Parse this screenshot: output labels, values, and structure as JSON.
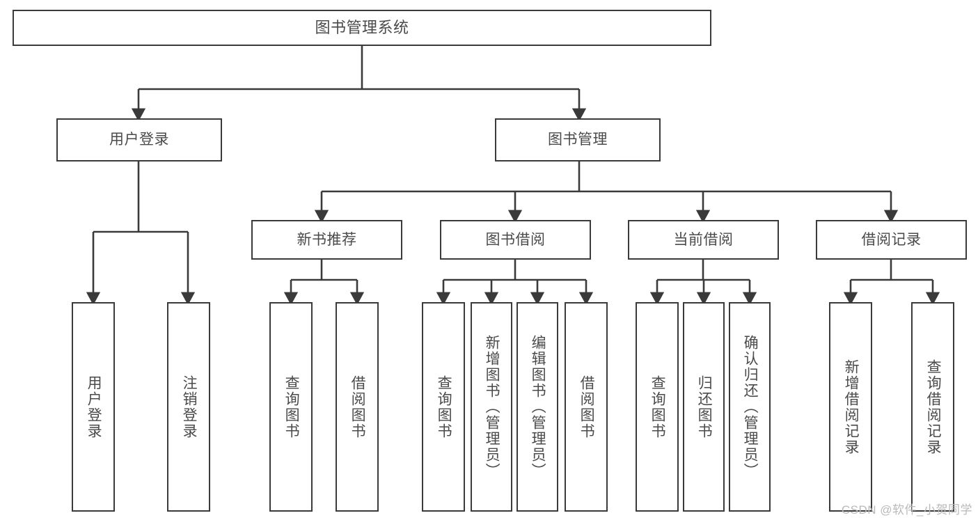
{
  "diagram": {
    "title": "图书管理系统",
    "type": "tree",
    "orientation": "top-down",
    "theme": {
      "background": "#ffffff",
      "node_fill": "#ffffff",
      "node_border": "#3a3a3a",
      "text_color": "#4a4a4a",
      "edge_color": "#3a3a3a",
      "watermark_color": "#b9b9b9"
    }
  },
  "nodes": {
    "root": {
      "label": "图书管理系统",
      "level": 1
    },
    "level2": [
      {
        "id": "user-login",
        "label": "用户登录"
      },
      {
        "id": "book-management",
        "label": "图书管理"
      }
    ],
    "level3": [
      {
        "id": "new-book-recommend",
        "label": "新书推荐"
      },
      {
        "id": "book-borrow",
        "label": "图书借阅"
      },
      {
        "id": "current-borrow",
        "label": "当前借阅"
      },
      {
        "id": "borrow-record",
        "label": "借阅记录"
      }
    ],
    "leaves": {
      "user-login": [
        {
          "id": "leaf-user-login",
          "label": "用户登录"
        },
        {
          "id": "leaf-logout-login",
          "label": "注销登录"
        }
      ],
      "new-book-recommend": [
        {
          "id": "leaf-query-book-1",
          "label": "查询图书"
        },
        {
          "id": "leaf-borrow-book-1",
          "label": "借阅图书"
        }
      ],
      "book-borrow": [
        {
          "id": "leaf-query-book-2",
          "label": "查询图书"
        },
        {
          "id": "leaf-add-book",
          "label": "新增图书（管理员）"
        },
        {
          "id": "leaf-edit-book",
          "label": "编辑图书（管理员）"
        },
        {
          "id": "leaf-borrow-book-2",
          "label": "借阅图书"
        }
      ],
      "current-borrow": [
        {
          "id": "leaf-query-book-3",
          "label": "查询图书"
        },
        {
          "id": "leaf-return-book",
          "label": "归还图书"
        },
        {
          "id": "leaf-confirm-return",
          "label": "确认归还（管理员）"
        }
      ],
      "borrow-record": [
        {
          "id": "leaf-add-record",
          "label": "新增借阅记录"
        },
        {
          "id": "leaf-query-record",
          "label": "查询借阅记录"
        }
      ]
    }
  },
  "watermark": {
    "text": "CSDN @软件_小贺同学"
  }
}
